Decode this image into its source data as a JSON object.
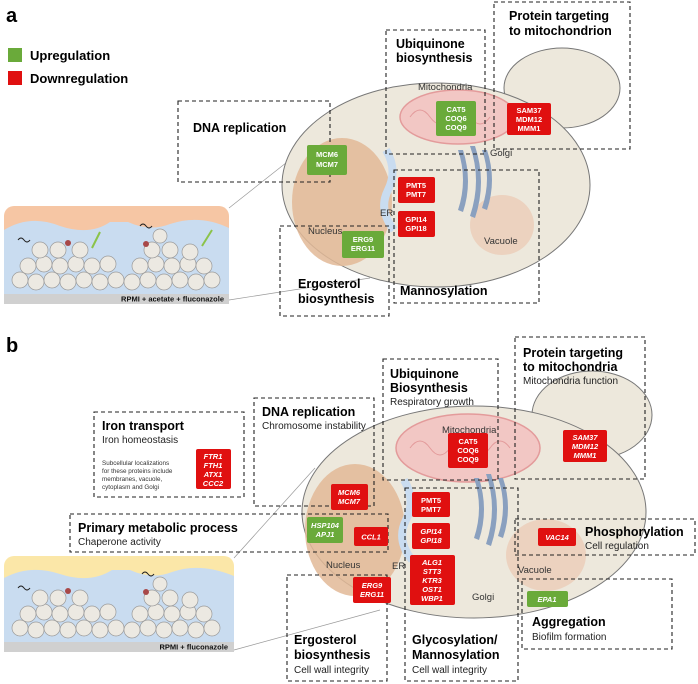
{
  "panel_a": {
    "letter": "a",
    "legend": {
      "up": "Upregulation",
      "down": "Downregulation"
    },
    "medium": "RPMI + acetate + fluconazole",
    "organelles": {
      "mitochondria": "Mitochondria",
      "golgi": "Golgi",
      "nucleus": "Nucleus",
      "er": "ER",
      "vacuole": "Vacuole"
    },
    "boxes": {
      "dna": "DNA replication",
      "ubiq_1": "Ubiquinone",
      "ubiq_2": "biosynthesis",
      "prot_1": "Protein targeting",
      "prot_2": "to mitochondrion",
      "erg_1": "Ergosterol",
      "erg_2": "biosynthesis",
      "mannos": "Mannosylation"
    },
    "genes": {
      "mcm": [
        "MCM6",
        "MCM7"
      ],
      "cat": [
        "CAT5",
        "COQ6",
        "COQ9"
      ],
      "sam": [
        "SAM37",
        "MDM12",
        "MMM1"
      ],
      "pmt": [
        "PMT5",
        "PMT7"
      ],
      "gpi": [
        "GPI14",
        "GPI18"
      ],
      "erg": [
        "ERG9",
        "ERG11"
      ]
    }
  },
  "panel_b": {
    "letter": "b",
    "medium": "RPMI + fluconazole",
    "organelles": {
      "mitochondria": "Mitochondria",
      "golgi": "Golgi",
      "nucleus": "Nucleus",
      "er": "ER",
      "vacuole": "Vacuole"
    },
    "boxes": {
      "iron_title": "Iron transport",
      "iron_sub": "Iron homeostasis",
      "iron_note": [
        "Subcellular localizations",
        "for these proteins include",
        "membranes, vacuole,",
        "cytoplasm and Golgi"
      ],
      "dna_title": "DNA replication",
      "dna_sub": "Chromosome instability",
      "ubiq_1": "Ubiquinone",
      "ubiq_2": "Biosynthesis",
      "ubiq_sub": "Respiratory growth",
      "prot_1": "Protein targeting",
      "prot_2": "to mitochondria",
      "prot_sub": "Mitochondria function",
      "pmp_title": "Primary metabolic process",
      "pmp_sub": "Chaperone activity",
      "phos_title": "Phosphorylation",
      "phos_sub": "Cell regulation",
      "aggr_title": "Aggregation",
      "aggr_sub": "Biofilm formation",
      "erg_1": "Ergosterol",
      "erg_2": "biosynthesis",
      "erg_sub": "Cell wall integrity",
      "glyc_1": "Glycosylation/",
      "glyc_2": "Mannosylation",
      "glyc_sub": "Cell wall integrity"
    },
    "genes": {
      "iron": [
        "FTR1",
        "FTH1",
        "ATX1",
        "CCC2"
      ],
      "mcm": [
        "MCM6",
        "MCM7"
      ],
      "cat": [
        "CAT5",
        "COQ6",
        "COQ9"
      ],
      "sam": [
        "SAM37",
        "MDM12",
        "MMM1"
      ],
      "hsp": [
        "HSP104",
        "APJ1"
      ],
      "ccl": [
        "CCL1"
      ],
      "pmt": [
        "PMT5",
        "PMT7"
      ],
      "gpi": [
        "GPI14",
        "GPI18"
      ],
      "alg": [
        "ALG1",
        "STT3",
        "KTR3",
        "OST1",
        "WBP1"
      ],
      "erg": [
        "ERG9",
        "ERG11"
      ],
      "vac": [
        "VAC14"
      ],
      "epa": [
        "EPA1"
      ]
    }
  },
  "colors": {
    "up": "#6aaa3a",
    "down": "#e01010",
    "cell": "#ede8dc",
    "nucleus": "#e2b896",
    "mito": "#f2c7c4",
    "golgi": "#8aa0bf",
    "bg_a": "#f6c6a4",
    "bg_b": "#fbe7a8",
    "biofilm_blue": "#c9dcf0"
  }
}
